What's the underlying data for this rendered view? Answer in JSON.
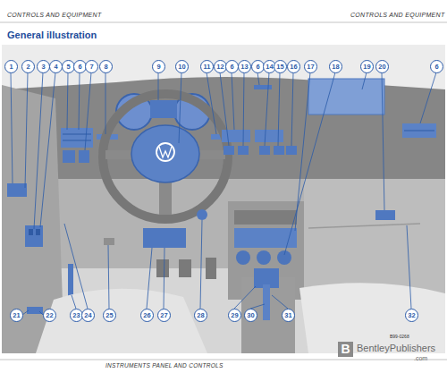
{
  "diagram": {
    "title": "General illustration",
    "labels": [
      "CONTROLS AND EQUIPMENT",
      "CONTROLS AND EQUIPMENT",
      "1",
      "2",
      "3",
      "4",
      "5",
      "6",
      "7",
      "8",
      "9",
      "10",
      "11",
      "12",
      "6",
      "13",
      "6",
      "14",
      "15",
      "16",
      "17",
      "18",
      "19",
      "20",
      "6",
      "21",
      "22",
      "23",
      "24",
      "25",
      "26",
      "27",
      "28",
      "29",
      "30",
      "31",
      "32",
      "INSTRUMENTS PANEL AND CONTROLS",
      "B99-0268",
      "B",
      "BentleyPublishers",
      ".com"
    ]
  }
}
